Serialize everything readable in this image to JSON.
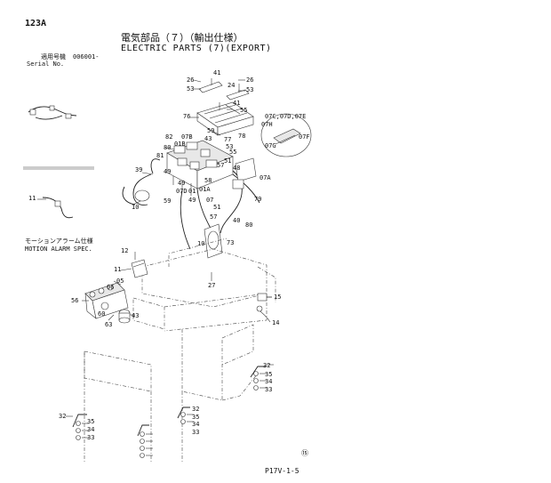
{
  "header": {
    "page_code": "123A",
    "title_jp": "電気部品（７）（輸出仕様）",
    "title_en": "ELECTRIC PARTS (7)(EXPORT)",
    "serial_jp": "適用号機",
    "serial_value": "006001-",
    "serial_en": "Serial No."
  },
  "motion_alarm": {
    "label_jp": "モーションアラーム仕様",
    "label_en": "MOTION ALARM SPEC."
  },
  "footer": {
    "page_ref": "P17V-1-5",
    "mark": "⑮"
  },
  "detail_callout": "07C,07D,07E",
  "labels": [
    {
      "id": "l41a",
      "text": "41"
    },
    {
      "id": "l26a",
      "text": "26"
    },
    {
      "id": "l26b",
      "text": "26"
    },
    {
      "id": "l53a",
      "text": "53"
    },
    {
      "id": "l24",
      "text": "24"
    },
    {
      "id": "l53b",
      "text": "53"
    },
    {
      "id": "l41b",
      "text": "41"
    },
    {
      "id": "l55",
      "text": "55"
    },
    {
      "id": "l76",
      "text": "76"
    },
    {
      "id": "l07H",
      "text": "07H"
    },
    {
      "id": "l07F",
      "text": "07F"
    },
    {
      "id": "l07G",
      "text": "07G"
    },
    {
      "id": "l59a",
      "text": "59"
    },
    {
      "id": "l07B",
      "text": "07B"
    },
    {
      "id": "l82",
      "text": "82"
    },
    {
      "id": "l43",
      "text": "43"
    },
    {
      "id": "l77",
      "text": "77"
    },
    {
      "id": "l78",
      "text": "78"
    },
    {
      "id": "l01B",
      "text": "01B"
    },
    {
      "id": "l80",
      "text": "80"
    },
    {
      "id": "l53c",
      "text": "53"
    },
    {
      "id": "l81",
      "text": "81"
    },
    {
      "id": "l55b",
      "text": "55"
    },
    {
      "id": "l51",
      "text": "51"
    },
    {
      "id": "l57",
      "text": "57"
    },
    {
      "id": "l48",
      "text": "48"
    },
    {
      "id": "l49a",
      "text": "49"
    },
    {
      "id": "l39",
      "text": "39"
    },
    {
      "id": "l07A",
      "text": "07A"
    },
    {
      "id": "l58a",
      "text": "58"
    },
    {
      "id": "l49b",
      "text": "49"
    },
    {
      "id": "l07D",
      "text": "07D"
    },
    {
      "id": "l01",
      "text": "01"
    },
    {
      "id": "l01A",
      "text": "01A"
    },
    {
      "id": "l07",
      "text": "07"
    },
    {
      "id": "l79",
      "text": "79"
    },
    {
      "id": "l59b",
      "text": "59"
    },
    {
      "id": "l49c",
      "text": "49"
    },
    {
      "id": "l10a",
      "text": "10"
    },
    {
      "id": "l11a",
      "text": "11"
    },
    {
      "id": "l51b",
      "text": "51"
    },
    {
      "id": "l57b",
      "text": "57"
    },
    {
      "id": "l40",
      "text": "40"
    },
    {
      "id": "l80b",
      "text": "80"
    },
    {
      "id": "l10b",
      "text": "10"
    },
    {
      "id": "l73",
      "text": "73"
    },
    {
      "id": "l12",
      "text": "12"
    },
    {
      "id": "l11b",
      "text": "11"
    },
    {
      "id": "l27",
      "text": "27"
    },
    {
      "id": "l05",
      "text": "05"
    },
    {
      "id": "l06",
      "text": "06"
    },
    {
      "id": "l15",
      "text": "15"
    },
    {
      "id": "l56",
      "text": "56"
    },
    {
      "id": "l60",
      "text": "60"
    },
    {
      "id": "l43b",
      "text": "43"
    },
    {
      "id": "l63",
      "text": "63"
    },
    {
      "id": "l14",
      "text": "14"
    },
    {
      "id": "l32a",
      "text": "32"
    },
    {
      "id": "l35a",
      "text": "35"
    },
    {
      "id": "l34a",
      "text": "34"
    },
    {
      "id": "l33a",
      "text": "33"
    },
    {
      "id": "l32b",
      "text": "32"
    },
    {
      "id": "l35b",
      "text": "35"
    },
    {
      "id": "l34b",
      "text": "34"
    },
    {
      "id": "l33b",
      "text": "33"
    },
    {
      "id": "l32c",
      "text": "32"
    },
    {
      "id": "l35c",
      "text": "35"
    },
    {
      "id": "l34c",
      "text": "34"
    },
    {
      "id": "l33c",
      "text": "33"
    }
  ]
}
